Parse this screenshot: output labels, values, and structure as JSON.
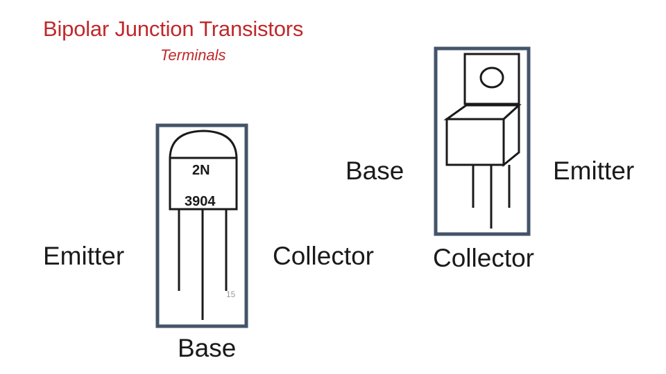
{
  "header": {
    "title": "Bipolar Junction Transistors",
    "subtitle": "Terminals"
  },
  "to92_package": {
    "marking_line1": "2N",
    "marking_line2": "3904",
    "label_emitter": "Emitter",
    "label_base": "Base",
    "label_collector": "Collector"
  },
  "to220_package": {
    "label_base": "Base",
    "label_emitter": "Emitter",
    "label_collector": "Collector"
  },
  "page_number": "15",
  "colors": {
    "title_red": "#c0282b",
    "frame_slate": "#44546a",
    "outline": "#1a1a1a"
  }
}
